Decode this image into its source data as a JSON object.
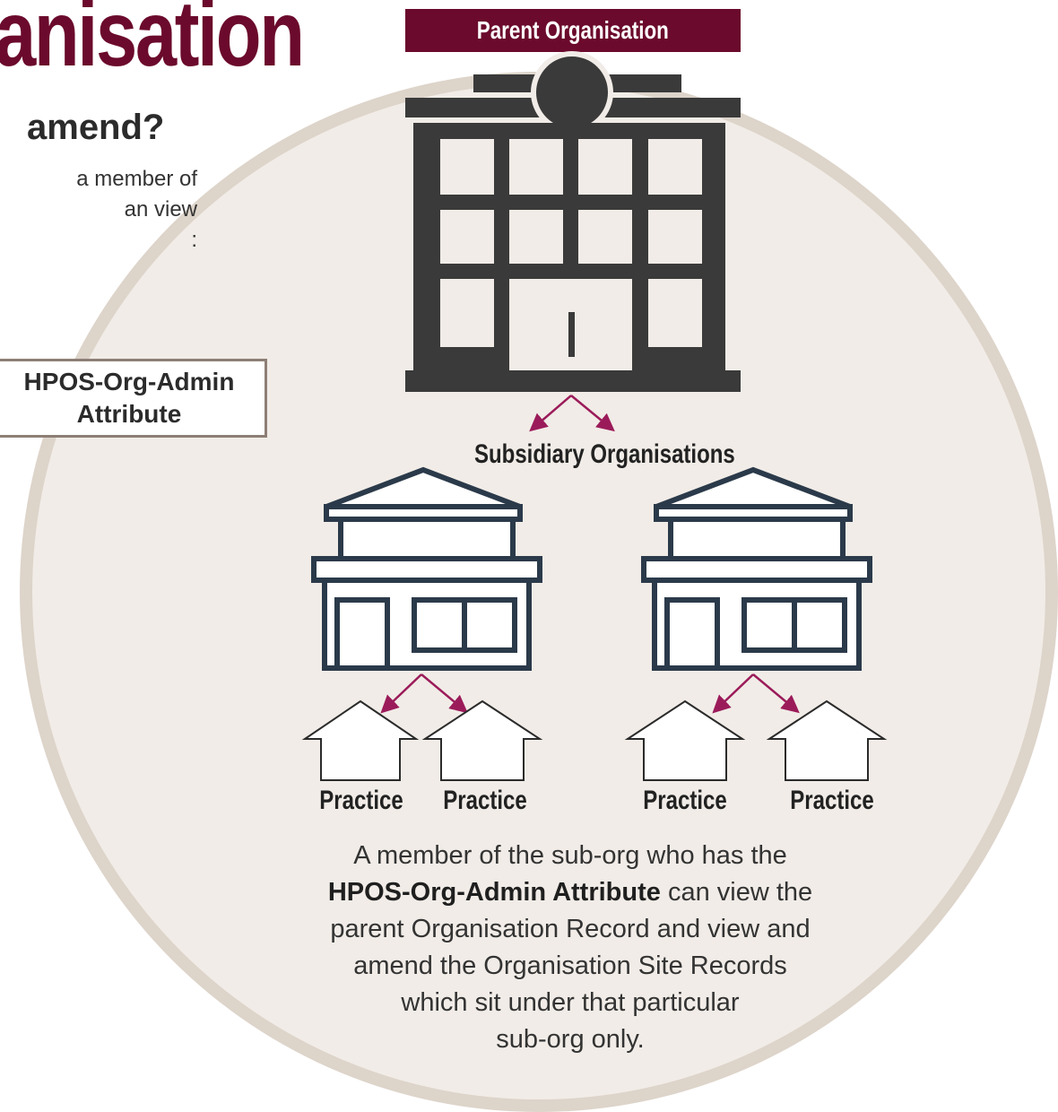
{
  "header": {
    "title": "anisation",
    "subtitle": "amend?",
    "intro": "a member of\nan view\n:"
  },
  "attribute_box": {
    "label": "HPOS-Org-Admin\nAttribute"
  },
  "diagram": {
    "parent_label": "Parent Organisation",
    "subsidiary_label": "Subsidiary Organisations",
    "practices": [
      "Practice",
      "Practice",
      "Practice",
      "Practice"
    ]
  },
  "description": {
    "line1": "A member of the sub-org who has the",
    "bold": "HPOS-Org-Admin Attribute",
    "after_bold": " can view the",
    "line3": "parent Organisation Record and view and",
    "line4": "amend the Organisation Site Records",
    "line5": "which sit under that particular",
    "line6": "sub-org only."
  },
  "colors": {
    "brand": "#6b0a2c",
    "building": "#3a3a3a",
    "outline": "#2b3a4a",
    "arrow": "#9b1b5a",
    "circle_fill": "#f1ece7",
    "circle_border": "#ddd4ca"
  }
}
